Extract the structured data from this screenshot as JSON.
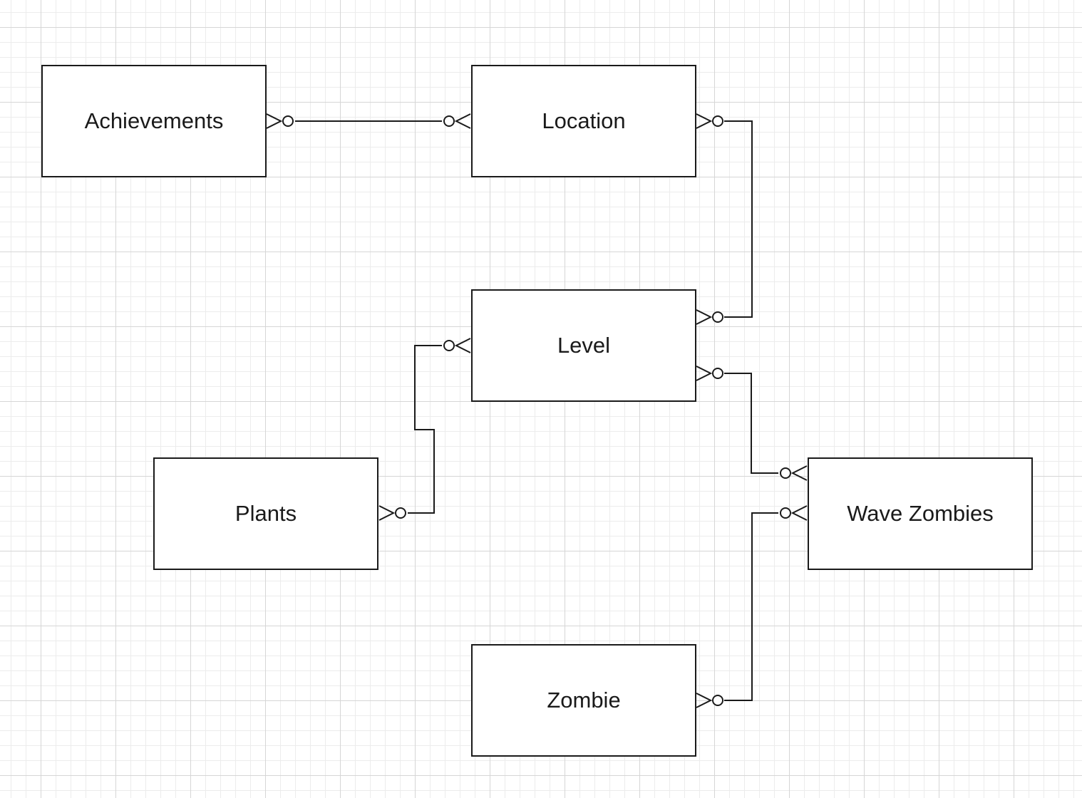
{
  "diagram": {
    "type": "entity-relationship",
    "notation": "crow's foot",
    "colors": {
      "background": "#ffffff",
      "grid_major": "#d6d6d6",
      "grid_minor": "#ececec",
      "stroke": "#1a1a1a"
    },
    "entities": [
      {
        "id": "achievements",
        "label": "Achievements"
      },
      {
        "id": "location",
        "label": "Location"
      },
      {
        "id": "level",
        "label": "Level"
      },
      {
        "id": "plants",
        "label": "Plants"
      },
      {
        "id": "wave_zombies",
        "label": "Wave Zombies"
      },
      {
        "id": "zombie",
        "label": "Zombie"
      }
    ],
    "relationships": [
      {
        "from": "achievements",
        "to": "location",
        "from_cardinality": "zero-or-many",
        "to_cardinality": "zero-or-many"
      },
      {
        "from": "location",
        "to": "level",
        "from_cardinality": "zero-or-many",
        "to_cardinality": "zero-or-many"
      },
      {
        "from": "level",
        "to": "plants",
        "from_cardinality": "zero-or-many",
        "to_cardinality": "zero-or-many"
      },
      {
        "from": "level",
        "to": "wave_zombies",
        "from_cardinality": "zero-or-many",
        "to_cardinality": "zero-or-many"
      },
      {
        "from": "zombie",
        "to": "wave_zombies",
        "from_cardinality": "zero-or-many",
        "to_cardinality": "zero-or-many"
      }
    ]
  }
}
